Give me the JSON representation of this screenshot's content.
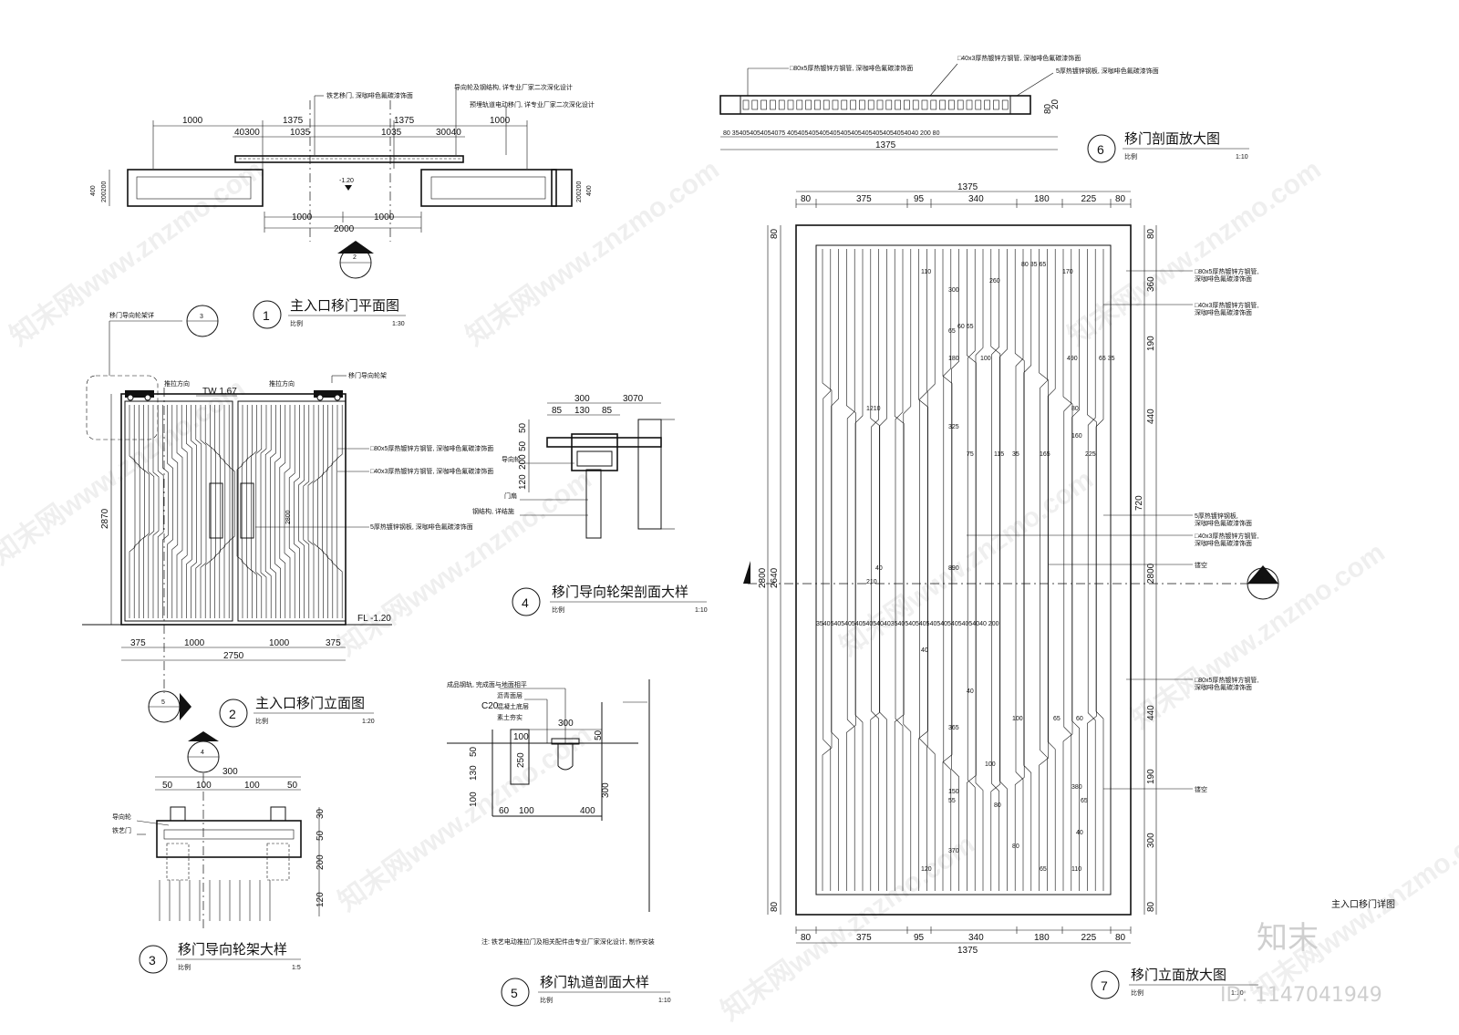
{
  "views": {
    "v1": {
      "num": "1",
      "title": "主入口移门平面图",
      "scale_label": "比例",
      "scale": "1:30"
    },
    "v2": {
      "num": "2",
      "title": "主入口移门立面图",
      "scale_label": "比例",
      "scale": "1:20"
    },
    "v3": {
      "num": "3",
      "title": "移门导向轮架大样",
      "scale_label": "比例",
      "scale": "1:5"
    },
    "v4": {
      "num": "4",
      "title": "移门导向轮架剖面大样",
      "scale_label": "比例",
      "scale": "1:10"
    },
    "v5": {
      "num": "5",
      "title": "移门轨道剖面大样",
      "scale_label": "比例",
      "scale": "1:10"
    },
    "v6": {
      "num": "6",
      "title": "移门剖面放大图",
      "scale_label": "比例",
      "scale": "1:10"
    },
    "v7": {
      "num": "7",
      "title": "移门立面放大图",
      "scale_label": "比例",
      "scale": "1:10"
    }
  },
  "plan": {
    "top_dims": [
      "1000",
      "1375",
      "1375",
      "1000"
    ],
    "sub_dims": [
      "40300",
      "1035",
      "1035",
      "30040"
    ],
    "bottom_dims": [
      "1000",
      "1000"
    ],
    "total_dim": "2000",
    "left_dims": [
      "400",
      "200200"
    ],
    "right_dims": [
      "200200",
      "400"
    ],
    "level": "-1.20",
    "notes": [
      "铁艺移门, 深咖啡色氟碳漆饰面",
      "导向轮及钢结构, 详专业厂家二次深化设计",
      "预埋轨道电动移门, 详专业厂家二次深化设计"
    ],
    "section_mark": "2"
  },
  "elevation": {
    "callout_label": "移门导向轮架详",
    "callout_num": "3",
    "wheel_label": "移门导向轮架",
    "level_top": "TW 1.67",
    "level_bottom": "FL -1.20",
    "height_dim": "2870",
    "mid_dim": "2800",
    "bottom_dims": [
      "375",
      "1000",
      "1000",
      "375"
    ],
    "total_dim": "2750",
    "notes": [
      "□80x5厚热镀锌方钢管, 深咖啡色氟碳漆饰面",
      "□40x3厚热镀锌方钢管, 深咖啡色氟碳漆饰面",
      "5厚热镀锌钢板, 深咖啡色氟碳漆饰面"
    ],
    "section_mark": "5",
    "arrow_small": "推拉方向"
  },
  "wheel_detail": {
    "top_dim": "300",
    "sub_dims": [
      "50",
      "100",
      "100",
      "50"
    ],
    "right_dims": [
      "30",
      "50",
      "200",
      "120"
    ],
    "labels": [
      "导向轮",
      "铁艺门"
    ],
    "section_mark": "4"
  },
  "wheel_section": {
    "top_dims": [
      "300",
      "3070"
    ],
    "sub_dims": [
      "85",
      "130",
      "85"
    ],
    "left_dims": [
      "50",
      "50",
      "200",
      "120"
    ],
    "labels": [
      "导向轮",
      "门扇",
      "钢结构, 详结施"
    ]
  },
  "track_section": {
    "labels": [
      "成品钢轨, 完成面与地面相平",
      "沥青面层",
      "C20",
      "混凝土底层",
      "素土夯实"
    ],
    "dims": [
      "300",
      "100",
      "50",
      "250",
      "50",
      "130",
      "100",
      "60",
      "100",
      "400",
      "300"
    ],
    "note": "注: 铁艺电动推拉门及相关配件由专业厂家深化设计, 制作安装"
  },
  "section6": {
    "labels": [
      "□80x5厚热镀锌方钢管, 深咖啡色氟碳漆饰面",
      "□40x3厚热镀锌方钢管, 深咖啡色氟碳漆饰面",
      "5厚热镀锌钢板, 深咖啡色氟碳漆饰面"
    ],
    "dims_row": "80 354054054054075 4054054054054054054054054054054054040 200 80",
    "total_dim": "1375",
    "height_dims": [
      "80",
      "20"
    ]
  },
  "detail7": {
    "top_total": "1375",
    "top_dims": [
      "80",
      "375",
      "95",
      "340",
      "180",
      "225",
      "80"
    ],
    "bottom_dims": [
      "80",
      "375",
      "95",
      "340",
      "180",
      "225",
      "80"
    ],
    "bottom_total": "1375",
    "left_dims": [
      "80",
      "2800",
      "2640",
      "80"
    ],
    "right_dims": [
      "80",
      "360",
      "190",
      "440",
      "720",
      "2800",
      "440",
      "190",
      "300",
      "80"
    ],
    "mid_row": "354054054054054054040354054054054054054054054040 200",
    "inner_dims": [
      "110",
      "300",
      "260",
      "80 35 65",
      "170",
      "490",
      "65 35",
      "60 65",
      "100",
      "1210",
      "325",
      "180",
      "65",
      "75",
      "115",
      "35",
      "165",
      "225",
      "160",
      "80",
      "210",
      "40",
      "890",
      "40",
      "40",
      "365",
      "150",
      "55",
      "370",
      "120",
      "100",
      "65",
      "60",
      "100",
      "80",
      "380",
      "65",
      "40",
      "110",
      "80",
      "65"
    ],
    "right_notes": [
      "□80x5厚热镀锌方钢管,",
      "深咖啡色氟碳漆饰面",
      "□40x3厚热镀锌方钢管,",
      "深咖啡色氟碳漆饰面",
      "5厚热镀锌钢板,",
      "深咖啡色氟碳漆饰面",
      "□40x3厚热镀锌方钢管,",
      "深咖啡色氟碳漆饰面",
      "镂空",
      "□80x5厚热镀锌方钢管,",
      "深咖啡色氟碳漆饰面",
      "镂空"
    ],
    "section_mark": "6"
  },
  "sheet_title": "主入口移门详图",
  "watermark": {
    "text": "知末网www.znzmo.com",
    "brand": "知末",
    "id": "ID: 1147041949"
  }
}
